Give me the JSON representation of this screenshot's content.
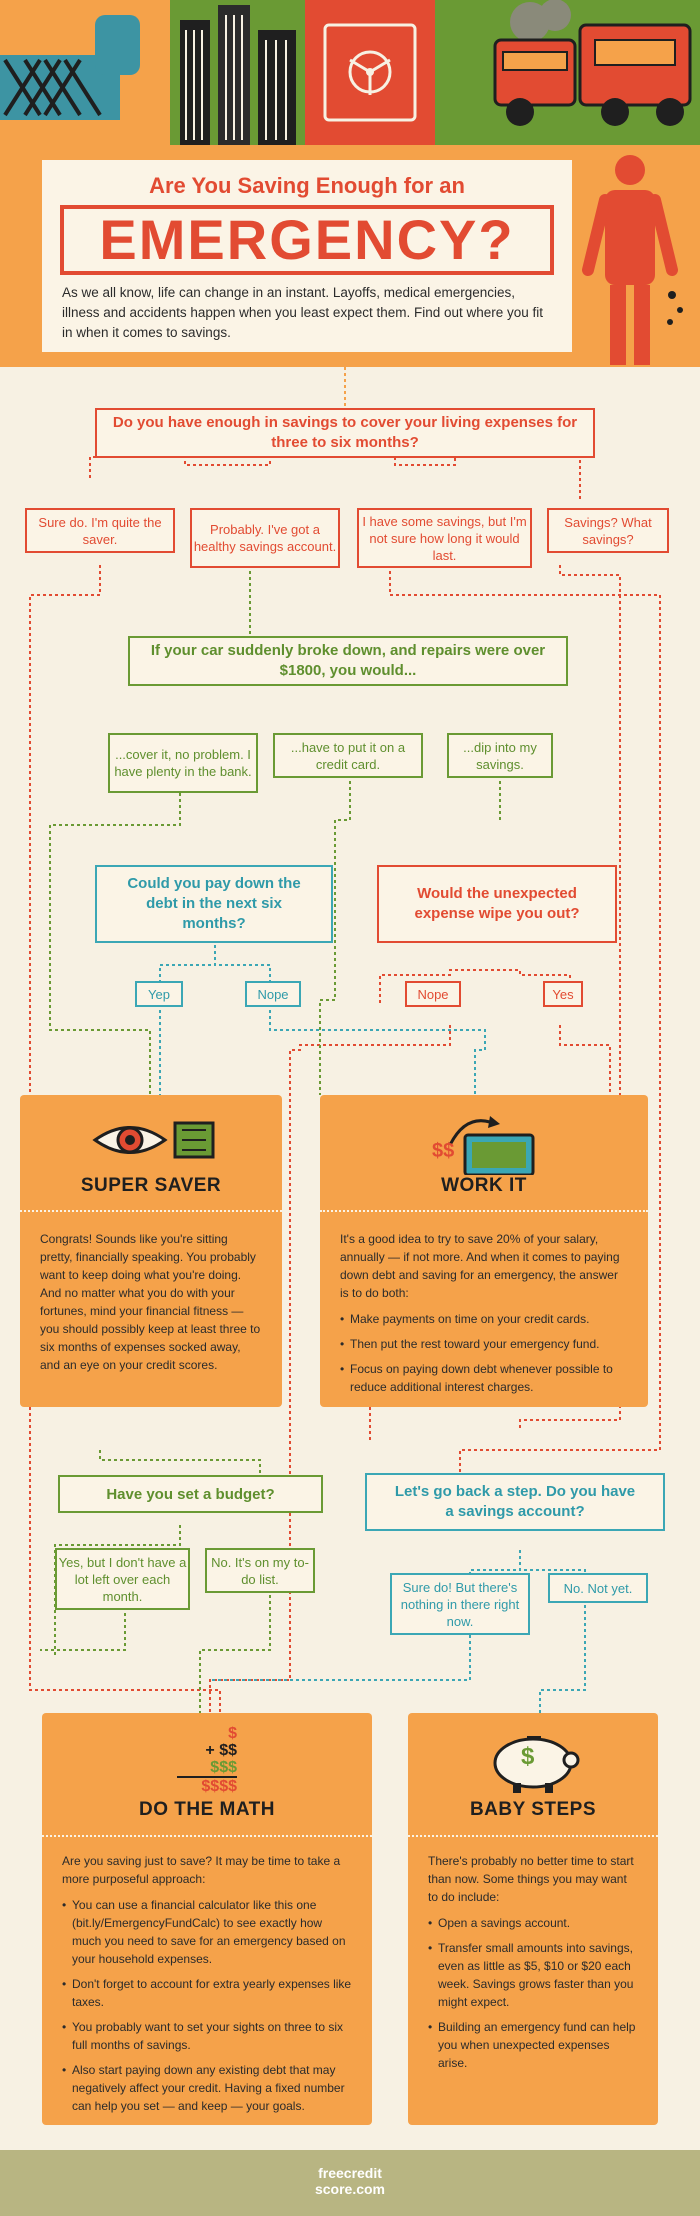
{
  "header": {
    "title_top": "Are You Saving Enough for an",
    "title_big": "EMERGENCY?",
    "description": "As we all know, life can change in an instant. Layoffs, medical emergencies, illness and accidents happen when you least expect them. Find out where you fit in when it comes to savings."
  },
  "q1": {
    "question": "Do you have enough in savings to cover your living expenses for three to six months?",
    "answers": [
      "Sure do. I'm quite the saver.",
      "Probably. I've got a healthy savings account.",
      "I have some savings, but I'm not sure how long it would last.",
      "Savings? What savings?"
    ]
  },
  "q2": {
    "question": "If your car suddenly broke down, and repairs were over $1800, you would...",
    "answers": [
      "...cover it, no problem. I have plenty in the bank.",
      "...have to put it on a credit card.",
      "...dip into my savings."
    ]
  },
  "q3": {
    "question": "Could you pay down the debt in the next six months?",
    "yes": "Yep",
    "no": "Nope"
  },
  "q4": {
    "question": "Would the unexpected expense wipe you out?",
    "no": "Nope",
    "yes": "Yes"
  },
  "super_saver": {
    "title": "SUPER SAVER",
    "body": "Congrats! Sounds like you're sitting pretty, financially speaking. You probably want to keep doing what you're doing. And no matter what you do with your fortunes, mind your financial fitness — you should possibly keep at least three to six months of expenses socked away, and an eye on your credit scores."
  },
  "work_it": {
    "title": "WORK IT",
    "icon_text": "$$",
    "intro": "It's a good idea to try to save 20% of your salary, annually — if not more. And when it comes to paying down debt and saving for an emergency, the answer is to do both:",
    "bullets": [
      "Make payments on time on your credit cards.",
      "Then put the rest toward your emergency fund.",
      "Focus on paying down debt whenever possible to reduce additional interest charges."
    ]
  },
  "q5": {
    "question": "Have you set a budget?",
    "answers": [
      "Yes, but I don't have a lot left over each month.",
      "No. It's on my to-do list."
    ]
  },
  "q6": {
    "question": "Let's go back a step. Do you have a savings account?",
    "answers": [
      "Sure do! But there's nothing in there right now.",
      "No. Not yet."
    ]
  },
  "do_the_math": {
    "title": "DO THE MATH",
    "icon_lines": [
      "$",
      "+ $$",
      "$$$"
    ],
    "icon_sum": "$$$$",
    "intro": "Are you saving just to save? It may be time to take a more purposeful approach:",
    "bullets": [
      "You can use a financial calculator like this one (bit.ly/EmergencyFundCalc) to see exactly how much you need to save for an emergency based on your household expenses.",
      "Don't forget to account for extra yearly expenses like taxes.",
      "You probably want to set your sights on three to six full months of savings.",
      "Also start paying down any existing debt that may negatively affect your credit. Having a fixed number can help you set — and keep — your goals."
    ]
  },
  "baby_steps": {
    "title": "BABY STEPS",
    "icon_text": "$",
    "intro": "There's probably no better time to start than now. Some things you may want to do include:",
    "bullets": [
      "Open a savings account.",
      "Transfer small amounts into savings, even as little as $5, $10 or $20 each week. Savings grows faster than you might expect.",
      "Building an emergency fund can help you when unexpected expenses arise."
    ]
  },
  "footer": {
    "logo_line1": "freecredit",
    "logo_line2": "score.com"
  },
  "colors": {
    "red": "#e24b32",
    "green": "#6a9a34",
    "teal": "#3ba7b5",
    "orange": "#f5a24a",
    "cream": "#fbf4e6"
  }
}
